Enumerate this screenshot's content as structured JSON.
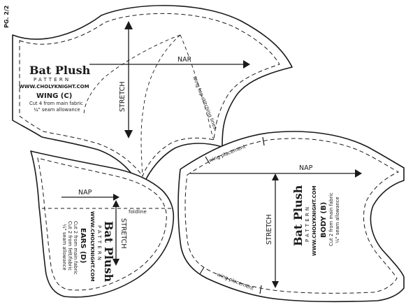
{
  "page": {
    "label": "PG. 2/2"
  },
  "brand": {
    "title": "Bat Plush",
    "subtitle": "PATTERN",
    "url": "WWW.CHOLYKNIGHT.COM"
  },
  "wing": {
    "piece_name": "WING (C)",
    "cut_line": "Cut 4 from main fabric",
    "seam_line": "¼\" seam allowance",
    "nap_label": "NAP",
    "stretch_label": "STRETCH",
    "guide_label": "wing top stitching lines"
  },
  "ears": {
    "piece_name": "EARS (D)",
    "cut_line": "Cut 2 from main fabric",
    "cut_line_2": "Cut 2 from felt/fabric",
    "seam_line": "¼\" seam allowance",
    "nap_label": "NAP",
    "stretch_label": "STRETCH",
    "fold_label": "foldline"
  },
  "body": {
    "piece_name": "BODY (B)",
    "cut_line": "Cut 2 from main fabric",
    "seam_line": "¼\" seam allowance",
    "nap_label": "NAP",
    "stretch_label": "STRETCH",
    "placement_top": "wing placement",
    "placement_bottom": "wing placement"
  }
}
